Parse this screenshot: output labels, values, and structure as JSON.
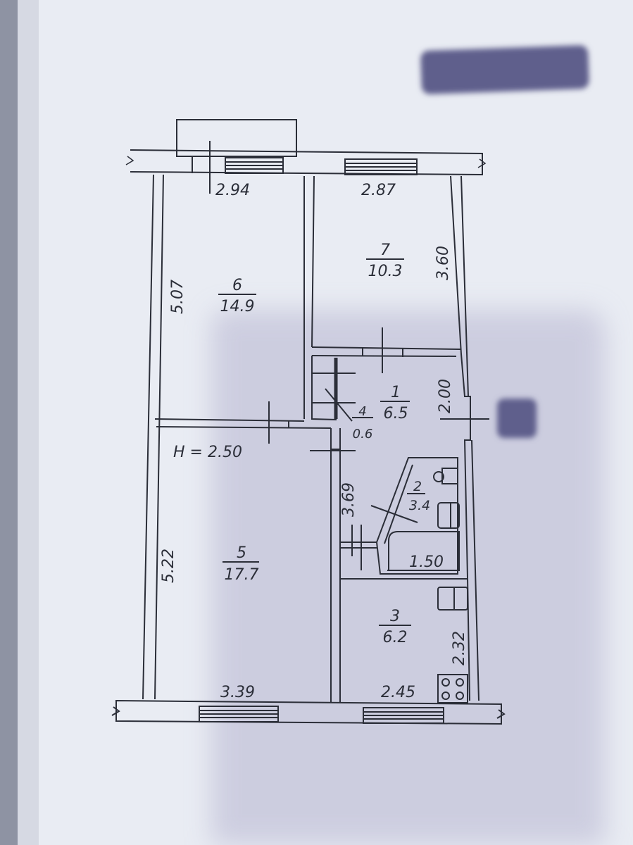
{
  "plan": {
    "ceiling_height_label": "H = 2.50",
    "rooms": [
      {
        "id": "1",
        "number": "1",
        "area": "6.5"
      },
      {
        "id": "2",
        "number": "2",
        "area": "3.4"
      },
      {
        "id": "3",
        "number": "3",
        "area": "6.2"
      },
      {
        "id": "4",
        "number": "4",
        "area": "0.6"
      },
      {
        "id": "5",
        "number": "5",
        "area": "17.7"
      },
      {
        "id": "6",
        "number": "6",
        "area": "14.9"
      },
      {
        "id": "7",
        "number": "7",
        "area": "10.3"
      }
    ],
    "dimensions": {
      "room6_top": "2.94",
      "room6_left": "5.07",
      "room7_top": "2.87",
      "room7_right": "3.60",
      "room1_right": "2.00",
      "corridor_left": "3.69",
      "room5_left": "5.22",
      "room5_bottom": "3.39",
      "room3_bottom": "2.45",
      "room3_right": "2.32",
      "bathtub": "1.50"
    }
  },
  "colors": {
    "paper": "#e9ecf3",
    "line": "#2b2e38",
    "shadow": "#c9c9dc",
    "blur_mark": "#5f5e8c"
  }
}
